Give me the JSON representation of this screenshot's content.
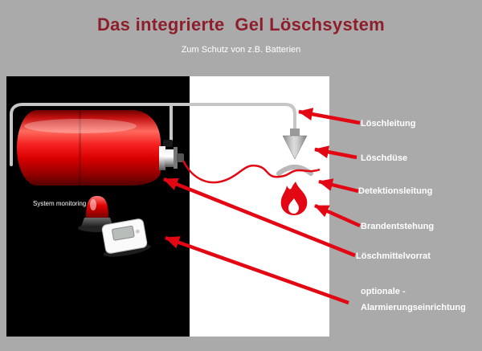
{
  "header": {
    "title": "Das integrierte  Gel Löschsystem",
    "subtitle": "Zum Schutz von z.B. Batterien"
  },
  "diagram": {
    "monitor_label": "System monitoring",
    "callouts": {
      "loeschleitung": "Löschleitung",
      "loeschduese": "Löschdüse",
      "detektionsleitung": "Detektionsleitung",
      "brandentstehung": "Brandentstehung",
      "loeschmittelvorrat": "Löschmittelvorrat",
      "alarmierung_line1": "optionale -",
      "alarmierung_line2": "Alarmierungseinrichtung"
    },
    "components": {
      "tank": "extinguishing-agent-tank",
      "pipe": "extinguishing-line",
      "nozzle": "extinguishing-nozzle",
      "detection_line": "detection-line",
      "fire": "fire-origin",
      "beacon": "system-monitoring-beacon",
      "alarm_device": "optional-alarm-device"
    }
  },
  "colors": {
    "background": "#aaaaaa",
    "title": "#8d1f2d",
    "accent_red": "#e30613",
    "panel_black": "#000000",
    "panel_white": "#ffffff",
    "pipe_gray": "#c6c6c6",
    "label_text": "#ffffff"
  }
}
